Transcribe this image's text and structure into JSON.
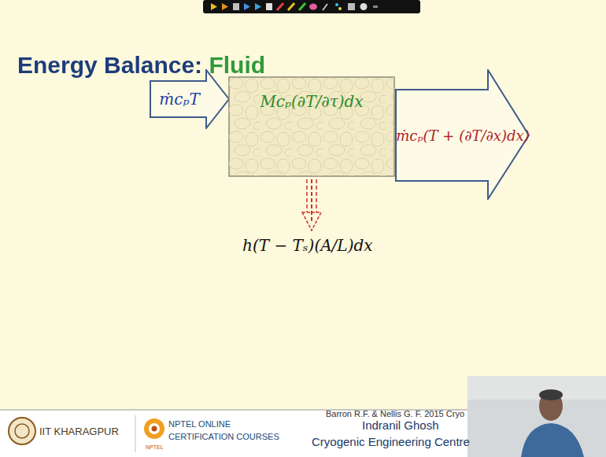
{
  "diagram": {
    "title": "Energy Balance: Fluid",
    "nodes": [
      {
        "text": [
          "ṁcₚT"
        ]
      },
      {
        "text": [
          "Mcₚ(∂T/∂τ)dx"
        ]
      },
      {
        "text": [
          "ṁcₚ(T + (∂T/∂x)dx)"
        ]
      }
    ],
    "labels": [
      "h(T − Tₛ)(A/L)dx",
      "Barron R.F. & Nellis G. F. 2015 Cryo",
      "IIT KHARAGPUR",
      "NPTEL ONLINE",
      "CERTIFICATION COURSES",
      "NPTEL",
      "Indranil Ghosh",
      "Cryogenic Engineering Centre"
    ]
  }
}
